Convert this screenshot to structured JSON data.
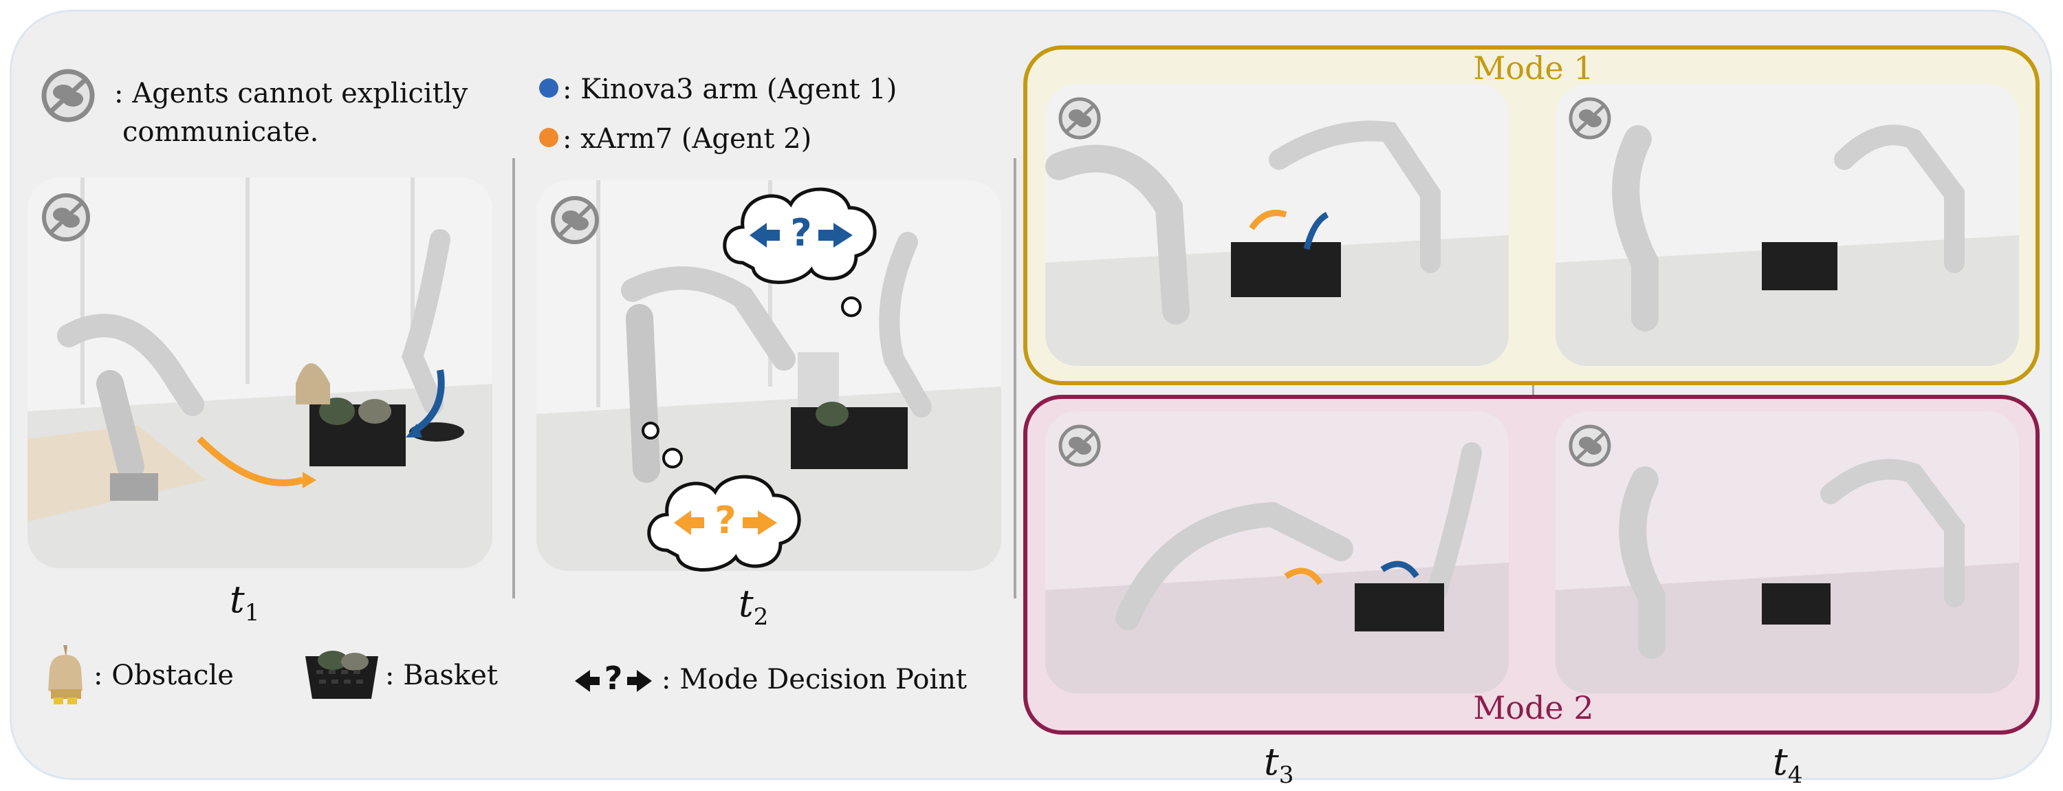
{
  "legend": {
    "no_comm_text_line1": ": Agents cannot explicitly",
    "no_comm_text_line2": "communicate.",
    "agent1_text": ": Kinova3 arm (Agent 1)",
    "agent2_text": ": xArm7 (Agent 2)",
    "obstacle_text": ": Obstacle",
    "basket_text": ": Basket",
    "decision_text": ": Mode Decision Point",
    "decision_symbol": "?"
  },
  "timesteps": {
    "t1": {
      "base": "t",
      "sub": "1"
    },
    "t2": {
      "base": "t",
      "sub": "2"
    },
    "t3": {
      "base": "t",
      "sub": "3"
    },
    "t4": {
      "base": "t",
      "sub": "4"
    }
  },
  "modes": {
    "mode1": "Mode 1",
    "mode2": "Mode 2"
  },
  "colors": {
    "agent1_blue": "#2f67b8",
    "agent2_orange": "#f08a2c",
    "mode1_gold": "#c49a10",
    "mode2_maroon": "#8c1d4c",
    "arrow_blue": "#1e5a9a",
    "arrow_orange": "#f6a02e"
  },
  "icons": [
    "no-communication-icon",
    "obstacle-icon",
    "basket-icon",
    "decision-arrows-icon"
  ]
}
